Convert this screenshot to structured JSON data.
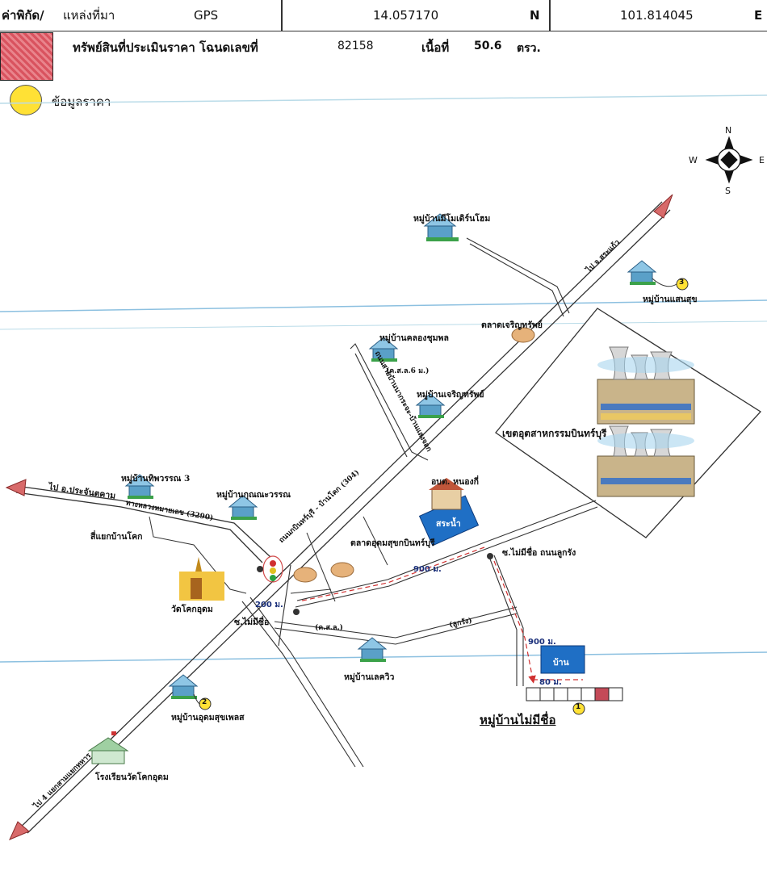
{
  "header": {
    "coord_label": "ค่าพิกัด/",
    "source_label": "แหล่งที่มา",
    "source_value": "GPS",
    "lat_value": "14.057170",
    "lat_dir": "N",
    "lon_value": "101.814045",
    "lon_dir": "E"
  },
  "asset": {
    "label": "ทรัพย์สินที่ประเมินราคา โฉนดเลขที่",
    "deed_no": "82158",
    "area_label": "เนื้อที่",
    "area_value": "50.6",
    "area_unit": "ตรว.",
    "swatch_color": "#d9535f"
  },
  "price_legend": {
    "label": "ข้อมูลราคา",
    "color": "#ffe135"
  },
  "compass": {
    "n": "N",
    "s": "S",
    "e": "E",
    "w": "W"
  },
  "map": {
    "places": {
      "modern_home": "หมู่บ้านมีโมเดิร์นโฮม",
      "saensuk": "หมู่บ้านแสนสุข",
      "charoensap_market": "ตลาดเจริญทรัพย์",
      "khlong_chumphon": "หมู่บ้านคลองชุมพล",
      "charoensap_village": "หมู่บ้านเจริญทรัพย์",
      "industrial": "เขตอุตสาหกรรมบินทร์บุรี",
      "thipphawan": "หมู่บ้านทิพวรรณ 3",
      "kunnawan": "หมู่บ้านกุณณะวรรณ",
      "intersection": "สี่แยกบ้านโคก",
      "wat_khok": "วัดโคกอุดม",
      "sao_nongki": "อบต. หนองกี่",
      "pond": "สระน้ำ",
      "market_udom": "ตลาดอุดมสุขกบินทร์บุรี",
      "soi_mai_mi_chue": "ซ.ไม่มีชื่อ",
      "soi_mai_mi_chue_road": "ซ.ไม่มีชื่อ ถนนลูกรัง",
      "lake_view": "หมู่บ้านเลควิว",
      "udom_suk": "หมู่บ้านอุดมสุขเพลส",
      "school": "โรงเรียนวัดโคกอุดม",
      "mai_mi_chue_village": "หมู่บ้านไม่มีชื่อ",
      "house": "บ้าน"
    },
    "roads": {
      "to_sa_kaeo": "ไป จ.สระแก้ว",
      "to_prachinburi": "ไป อ.ประจันตคาม",
      "to_kabin": "ไป 4 แยกสามแยกทหาร",
      "highway_3290": "ทางหลวงหมายเลข (3290)",
      "kabin_road": "ถนนกบินทร์บุรี - บ้านโคก (304)",
      "village_road": "ถนนสายบ้านนากระจะ-บ้านแสงจอก",
      "kso": "(ค.ส.ล.)",
      "kso6": "(ค.ส.ล.6 ม.)",
      "laterite": "(ลูกรัง)"
    },
    "distances": {
      "d900a": "900 ม.",
      "d200": "200 ม.",
      "d900b": "900 ม.",
      "d80": "80 ม."
    },
    "markers": {
      "m1": "1",
      "m2": "2",
      "m3": "3"
    }
  }
}
